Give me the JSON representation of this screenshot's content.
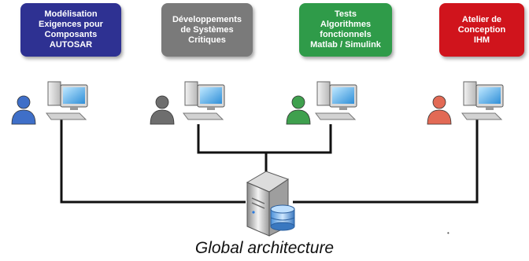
{
  "boxes": [
    {
      "label": "Modélisation\nExigences pour\nComposants\nAUTOSAR",
      "color": "#2e3192"
    },
    {
      "label": "Développements\nde Systèmes\nCritiques",
      "color": "#7a7a7a"
    },
    {
      "label": "Tests\nAlgorithmes\nfonctionnels\nMatlab / Simulink",
      "color": "#2f9b49"
    },
    {
      "label": "Atelier de\nConception\nIHM",
      "color": "#d0141c"
    }
  ],
  "users": [
    {
      "icon": "blue-user-icon",
      "color": "#3f6fc8"
    },
    {
      "icon": "gray-user-icon",
      "color": "#6e6e6e"
    },
    {
      "icon": "green-user-icon",
      "color": "#3fa04e"
    },
    {
      "icon": "red-user-icon",
      "color": "#e26a55"
    }
  ],
  "caption": "Global architecture"
}
